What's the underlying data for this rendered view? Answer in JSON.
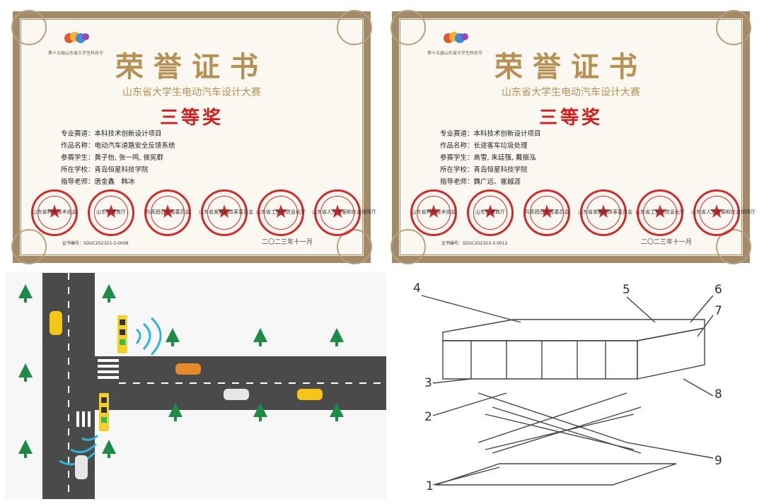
{
  "certificates": [
    {
      "logo_caption": "第十五届山东省大学生科技节",
      "title": "荣誉证书",
      "contest": "山东省大学生电动汽车设计大赛",
      "prize": "三等奖",
      "fields": [
        {
          "label": "专业赛道：",
          "value": "本科技术创新设计项目"
        },
        {
          "label": "作品名称：",
          "value": "电动汽车道路安全反馈系统"
        },
        {
          "label": "参赛学生：",
          "value": "黄子怡, 张一鸣, 侯宪群"
        },
        {
          "label": "所在学校：",
          "value": "青岛恒星科技学院"
        },
        {
          "label": "指导老师：",
          "value": "唐金鑫　韩冰"
        }
      ],
      "number_label": "证书编号：",
      "number": "SDUC202323-3-0008",
      "date": "二〇二三年十一月"
    },
    {
      "logo_caption": "第十五届山东省大学生科技节",
      "title": "荣誉证书",
      "contest": "山东省大学生电动汽车设计大赛",
      "prize": "三等奖",
      "fields": [
        {
          "label": "专业赛道：",
          "value": "本科技术创新设计项目"
        },
        {
          "label": "作品名称：",
          "value": "长途客车垃圾处理"
        },
        {
          "label": "参赛学生：",
          "value": "高雪, 朱廷强, 戴振泓"
        },
        {
          "label": "所在学校：",
          "value": "青岛恒星科技学院"
        },
        {
          "label": "指导老师：",
          "value": "魏广远、崔越涯"
        }
      ],
      "number_label": "证书编号：",
      "number": "SDUC202323-3-0012",
      "date": "二〇二三年十一月"
    }
  ],
  "seals": [
    "山东省科学技术协会",
    "山东省教育厅",
    "共青团山东省委员会",
    "山东省发展和改革委员会",
    "山东省工业和信息化厅",
    "山东省人力资源和社会保障厅"
  ],
  "seal_extra_text": "山东省委员会",
  "diagram_labels": [
    "1",
    "2",
    "3",
    "4",
    "5",
    "6",
    "7",
    "8",
    "9"
  ],
  "colors": {
    "cert_frame": "#a38a69",
    "cert_gold": "#b79154",
    "seal_red": "#d12a2a",
    "road": "#4a4a4a",
    "tree": "#1e8a47",
    "signal_wave": "#29b6d8"
  }
}
